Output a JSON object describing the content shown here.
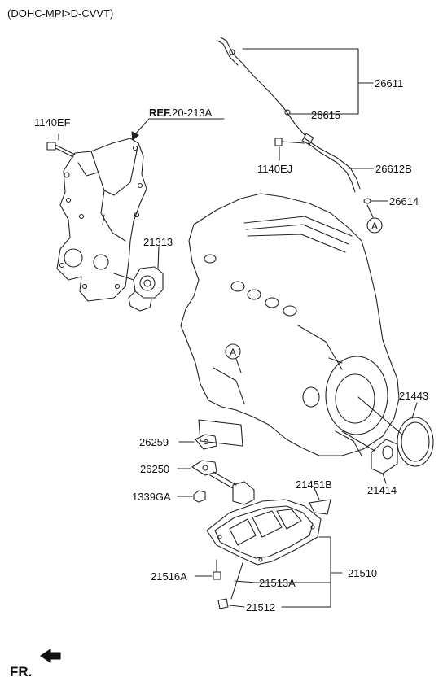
{
  "header": {
    "variant": "(DOHC-MPI>D-CVVT)"
  },
  "reference": {
    "prefix": "REF.",
    "code": "20-213A"
  },
  "direction": {
    "label": "FR."
  },
  "callout": {
    "letter": "A"
  },
  "parts": {
    "p26611": "26611",
    "p26615": "26615",
    "p26612b": "26612B",
    "p1140ej": "1140EJ",
    "p26614": "26614",
    "p1140ef": "1140EF",
    "p21313": "21313",
    "p21443": "21443",
    "p21414": "21414",
    "p26259": "26259",
    "p26250": "26250",
    "p1339ga": "1339GA",
    "p21451b": "21451B",
    "p21516a": "21516A",
    "p21513a": "21513A",
    "p21510": "21510",
    "p21512": "21512"
  }
}
